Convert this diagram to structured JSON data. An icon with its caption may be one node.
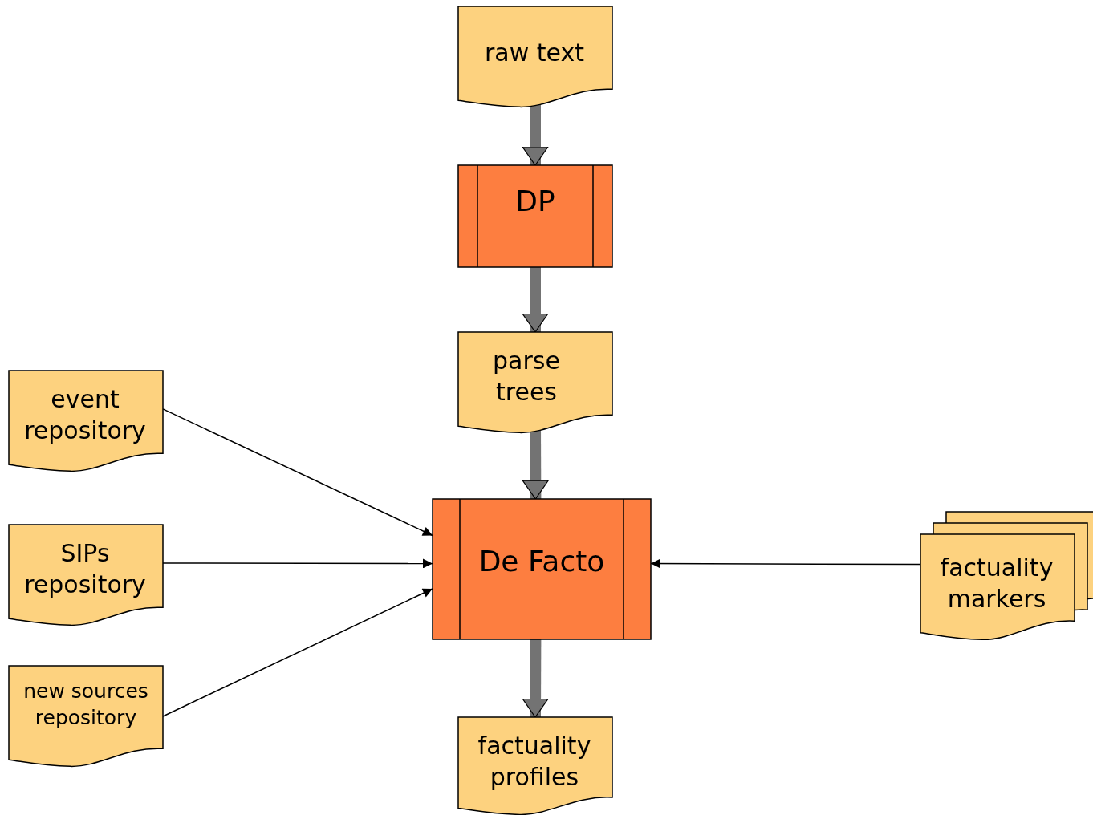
{
  "diagram": {
    "nodes": [
      {
        "text": [
          "raw text"
        ]
      },
      {
        "text": [
          "DP"
        ]
      },
      {
        "text": [
          "parse trees"
        ]
      },
      {
        "text": [
          "event repository"
        ]
      },
      {
        "text": [
          "SIPs repository"
        ]
      },
      {
        "text": [
          "new sources repository"
        ]
      },
      {
        "text": [
          "De Facto"
        ]
      },
      {
        "text": [
          "factuality markers"
        ]
      },
      {
        "text": [
          "factuality profiles"
        ]
      }
    ],
    "edges": [
      {
        "from": 0,
        "to": 1,
        "arrow": "to",
        "style": "thick",
        "color": "#737373"
      },
      {
        "from": 1,
        "to": 2,
        "arrow": "to",
        "style": "thick",
        "color": "#737373"
      },
      {
        "from": 2,
        "to": 6,
        "arrow": "to",
        "style": "thick",
        "color": "#737373"
      },
      {
        "from": 3,
        "to": 6,
        "arrow": "to",
        "color": "#000000"
      },
      {
        "from": 4,
        "to": 6,
        "arrow": "to",
        "color": "#000000"
      },
      {
        "from": 5,
        "to": 6,
        "arrow": "to",
        "color": "#000000"
      },
      {
        "from": 7,
        "to": 6,
        "arrow": "to",
        "color": "#000000"
      },
      {
        "from": 6,
        "to": 8,
        "arrow": "to",
        "style": "thick",
        "color": "#737373"
      }
    ]
  }
}
